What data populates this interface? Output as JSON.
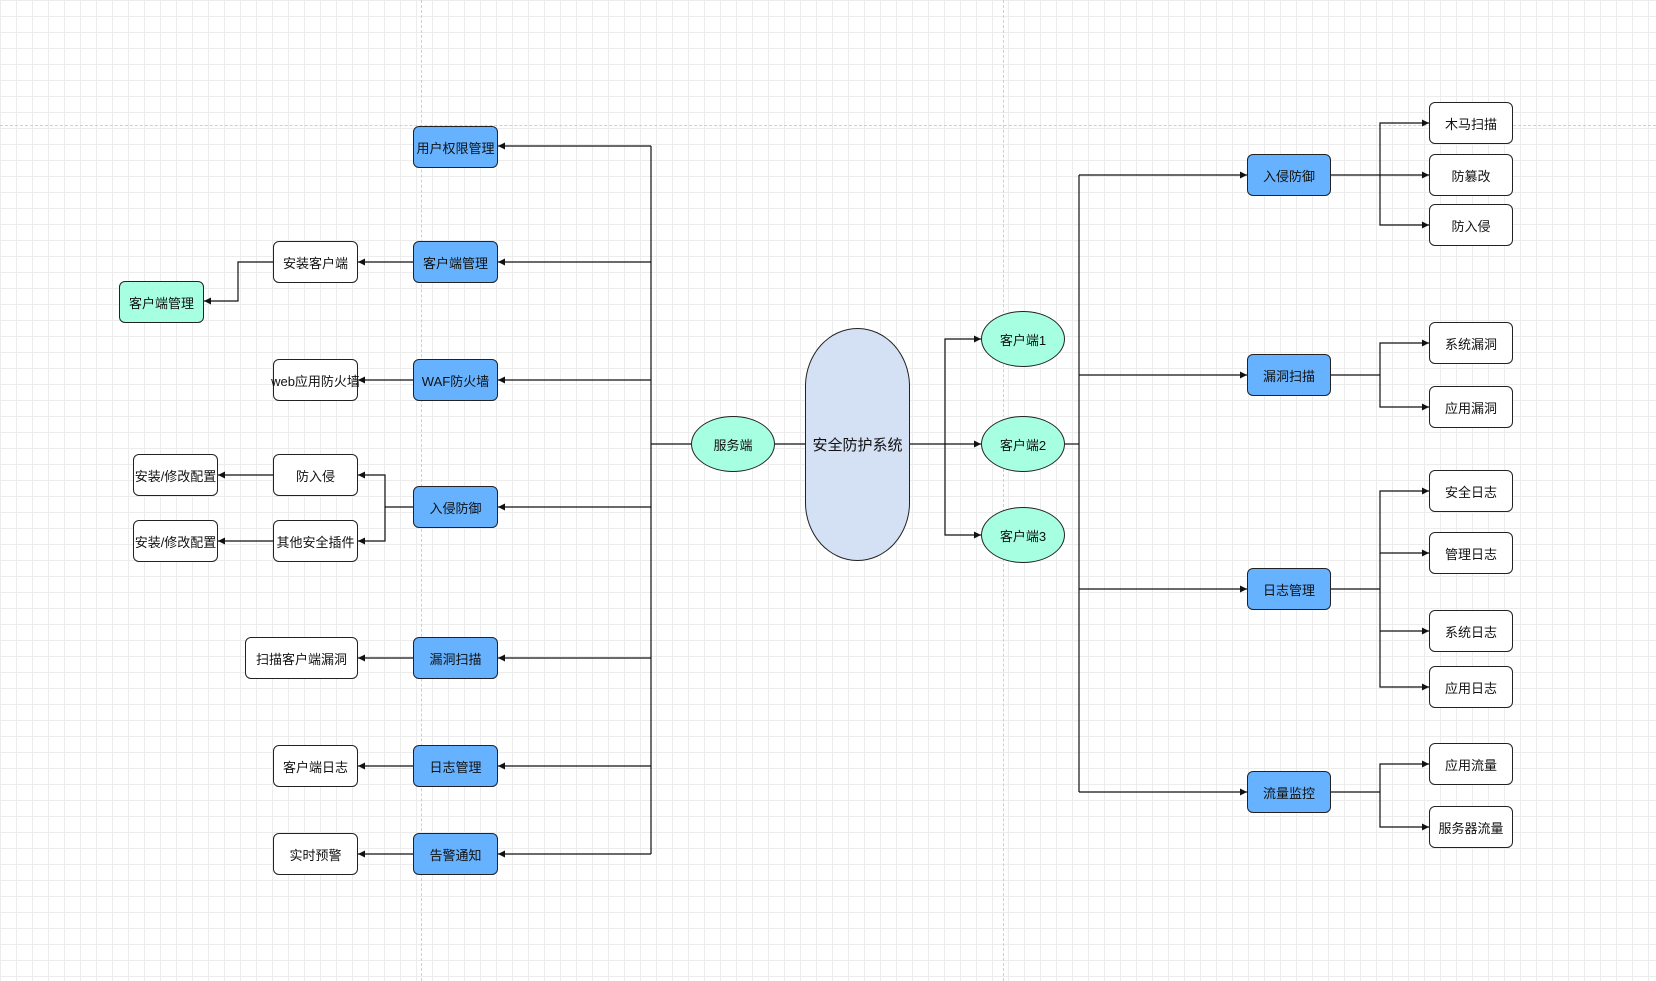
{
  "diagram": {
    "center": "安全防护系统",
    "server": "服务端",
    "clients": [
      "客户端1",
      "客户端2",
      "客户端3"
    ],
    "left": {
      "user_perm": "用户权限管理",
      "client_mgmt": "客户端管理",
      "install_client": "安装客户端",
      "client_mgmt_sub": "客户端管理",
      "waf": "WAF防火墙",
      "web_fw": "web应用防火墙",
      "intrusion": "入侵防御",
      "anti_intrusion": "防入侵",
      "other_plugins": "其他安全插件",
      "config_a": "安装/修改配置",
      "config_b": "安装/修改配置",
      "vuln_scan": "漏洞扫描",
      "scan_client_vuln": "扫描客户端漏洞",
      "log_mgmt": "日志管理",
      "client_log": "客户端日志",
      "alarm": "告警通知",
      "realtime_warning": "实时预警"
    },
    "right": {
      "intrusion": "入侵防御",
      "trojan_scan": "木马扫描",
      "anti_tamper": "防篡改",
      "anti_intrusion": "防入侵",
      "vuln_scan": "漏洞扫描",
      "sys_vuln": "系统漏洞",
      "app_vuln": "应用漏洞",
      "log_mgmt": "日志管理",
      "security_log": "安全日志",
      "mgmt_log": "管理日志",
      "system_log": "系统日志",
      "app_log": "应用日志",
      "traffic_monitor": "流量监控",
      "app_traffic": "应用流量",
      "server_traffic": "服务器流量"
    }
  },
  "colors": {
    "primary_node": "#66b2ff",
    "mint_node": "#a6ffe0",
    "center_node": "#d4e1f5",
    "leaf_node": "#ffffff",
    "edge": "#111111"
  }
}
